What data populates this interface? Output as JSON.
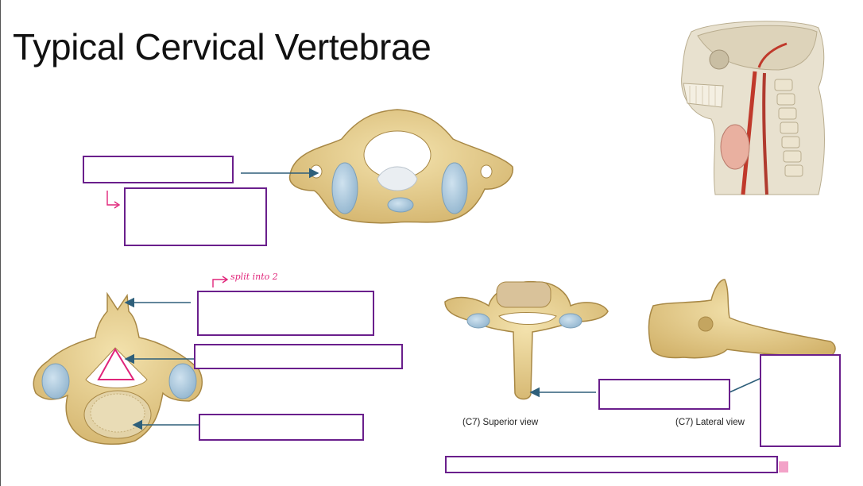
{
  "slide": {
    "title": "Typical Cervical Vertebrae",
    "handwritten_note": "split into 2"
  },
  "figures": {
    "atlas_superior": {
      "label": "atlas-illustration"
    },
    "neck_anatomy": {
      "label": "neck-anatomy-illustration"
    },
    "typical_cervical_superior": {
      "label": "typical-cervical-superior-illustration"
    },
    "c7_superior": {
      "caption": "(C7) Superior view"
    },
    "c7_lateral": {
      "caption": "(C7) Lateral view"
    }
  },
  "colors": {
    "box_border": "#6a1f8c",
    "leader_line": "#2e5f7a",
    "annotation_pink": "#e0257a",
    "bone": "#e6cf8e",
    "cartilage": "#a9c8de"
  },
  "label_boxes": [
    {
      "id": "atlas-top",
      "value": ""
    },
    {
      "id": "atlas-sub",
      "value": ""
    },
    {
      "id": "spinous-process",
      "value": ""
    },
    {
      "id": "vertebral-foramen",
      "value": ""
    },
    {
      "id": "vertebral-body",
      "value": ""
    },
    {
      "id": "c7-spinous",
      "value": ""
    },
    {
      "id": "c7-lateral",
      "value": ""
    },
    {
      "id": "bottom-wide",
      "value": ""
    }
  ]
}
